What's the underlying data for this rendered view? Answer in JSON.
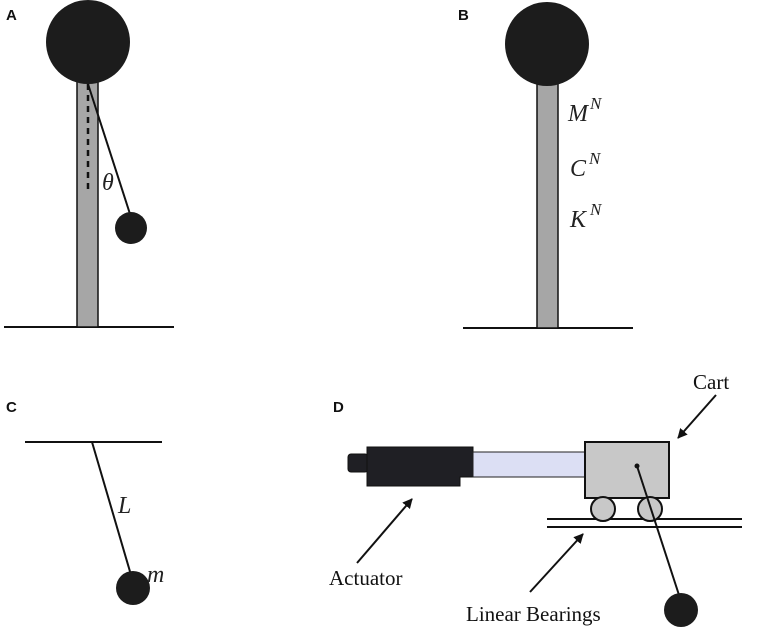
{
  "panels": {
    "a": {
      "letter": "A",
      "angle_symbol": "θ"
    },
    "b": {
      "letter": "B",
      "mass_symbol": "M",
      "damping_symbol": "C",
      "stiffness_symbol": "K",
      "superscript": "N"
    },
    "c": {
      "letter": "C",
      "length_symbol": "L",
      "mass_symbol": "m"
    },
    "d": {
      "letter": "D",
      "cart_label": "Cart",
      "actuator_label": "Actuator",
      "bearings_label": "Linear Bearings"
    }
  },
  "colors": {
    "mass": "#1c1c1c",
    "rod": "#a6a6a6",
    "actuator_body": "#1f1f24",
    "actuator_shaft": "#dcdff4",
    "cart": "#c8c8c8",
    "line": "#111111"
  }
}
